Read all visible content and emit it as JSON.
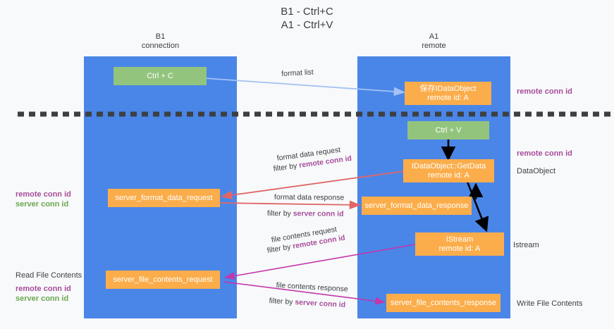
{
  "diagram": {
    "title_line1": "B1 - Ctrl+C",
    "title_line2": "A1 - Ctrl+V",
    "colors": {
      "lane": "#4a86e8",
      "green_box": "#93c47d",
      "orange_box": "#fbad4b",
      "purple_text": "#a64d9a",
      "green_text": "#6aa84f",
      "blue_arrow": "#a4c2f4",
      "red_arrow": "#e06666",
      "magenta_arrow": "#c337ab",
      "black_arrow": "#000000",
      "background": "#f8f9fa"
    },
    "lanes": [
      {
        "id": "b1",
        "title": "B1",
        "subtitle": "connection"
      },
      {
        "id": "a1",
        "title": "A1",
        "subtitle": "remote"
      }
    ],
    "nodes": [
      {
        "id": "ctrl-c",
        "lane": "b1",
        "kind": "green",
        "line1": "Ctrl + C",
        "line2": ""
      },
      {
        "id": "idataobject-store",
        "lane": "a1",
        "kind": "orange",
        "line1": "保存IDataObject",
        "line2": "remote id: A"
      },
      {
        "id": "ctrl-v",
        "lane": "a1",
        "kind": "green",
        "line1": "Ctrl + V",
        "line2": ""
      },
      {
        "id": "idataobject-getdata",
        "lane": "a1",
        "kind": "orange",
        "line1": "IDataObject::GetData",
        "line2": "remote id: A"
      },
      {
        "id": "server-format-data-request",
        "lane": "b1",
        "kind": "orange",
        "line1": "server_format_data_request",
        "line2": ""
      },
      {
        "id": "server-format-data-response",
        "lane": "a1",
        "kind": "orange",
        "line1": "server_format_data_response",
        "line2": ""
      },
      {
        "id": "istream",
        "lane": "a1",
        "kind": "orange",
        "line1": "IStream",
        "line2": "remote id: A"
      },
      {
        "id": "server-file-contents-request",
        "lane": "b1",
        "kind": "orange",
        "line1": "server_file_contents_request",
        "line2": ""
      },
      {
        "id": "server-file-contents-response",
        "lane": "a1",
        "kind": "orange",
        "line1": "server_file_contents_response",
        "line2": ""
      }
    ],
    "edge_labels": [
      {
        "id": "format-list",
        "text": "format list",
        "tail": "",
        "tail_style": ""
      },
      {
        "id": "format-data-request",
        "text": "format data request",
        "tail": "",
        "tail_style": ""
      },
      {
        "id": "format-data-request-filter",
        "text": "filter by ",
        "tail": "remote conn id",
        "tail_style": "purple"
      },
      {
        "id": "format-data-response",
        "text": "format data response",
        "tail": "",
        "tail_style": ""
      },
      {
        "id": "format-data-response-filter",
        "text": "filter by ",
        "tail": "server conn id",
        "tail_style": "purple"
      },
      {
        "id": "file-contents-request",
        "text": "file contents request",
        "tail": "",
        "tail_style": ""
      },
      {
        "id": "file-contents-request-filter",
        "text": "filter by ",
        "tail": "remote conn id",
        "tail_style": "purple"
      },
      {
        "id": "file-contents-response",
        "text": "file contents response",
        "tail": "",
        "tail_style": ""
      },
      {
        "id": "file-contents-response-filter",
        "text": "filter by ",
        "tail": "server conn id",
        "tail_style": "purple"
      }
    ],
    "left_annotations": [
      {
        "id": "left-format-remote",
        "text": "remote conn id",
        "style": "purple"
      },
      {
        "id": "left-format-server",
        "text": "server conn id",
        "style": "green"
      },
      {
        "id": "left-read-file",
        "text": "Read File Contents",
        "style": "plain"
      },
      {
        "id": "left-file-remote",
        "text": "remote conn id",
        "style": "purple"
      },
      {
        "id": "left-file-server",
        "text": "server conn id",
        "style": "green"
      }
    ],
    "right_annotations": [
      {
        "id": "right-store-remote",
        "text": "remote conn id",
        "style": "purple"
      },
      {
        "id": "right-getdata-remote",
        "text": "remote conn id",
        "style": "purple"
      },
      {
        "id": "right-dataobject",
        "text": "DataObject",
        "style": "plain"
      },
      {
        "id": "right-istream",
        "text": "Istream",
        "style": "plain"
      },
      {
        "id": "right-write-file",
        "text": "Write File Contents",
        "style": "plain"
      }
    ]
  }
}
